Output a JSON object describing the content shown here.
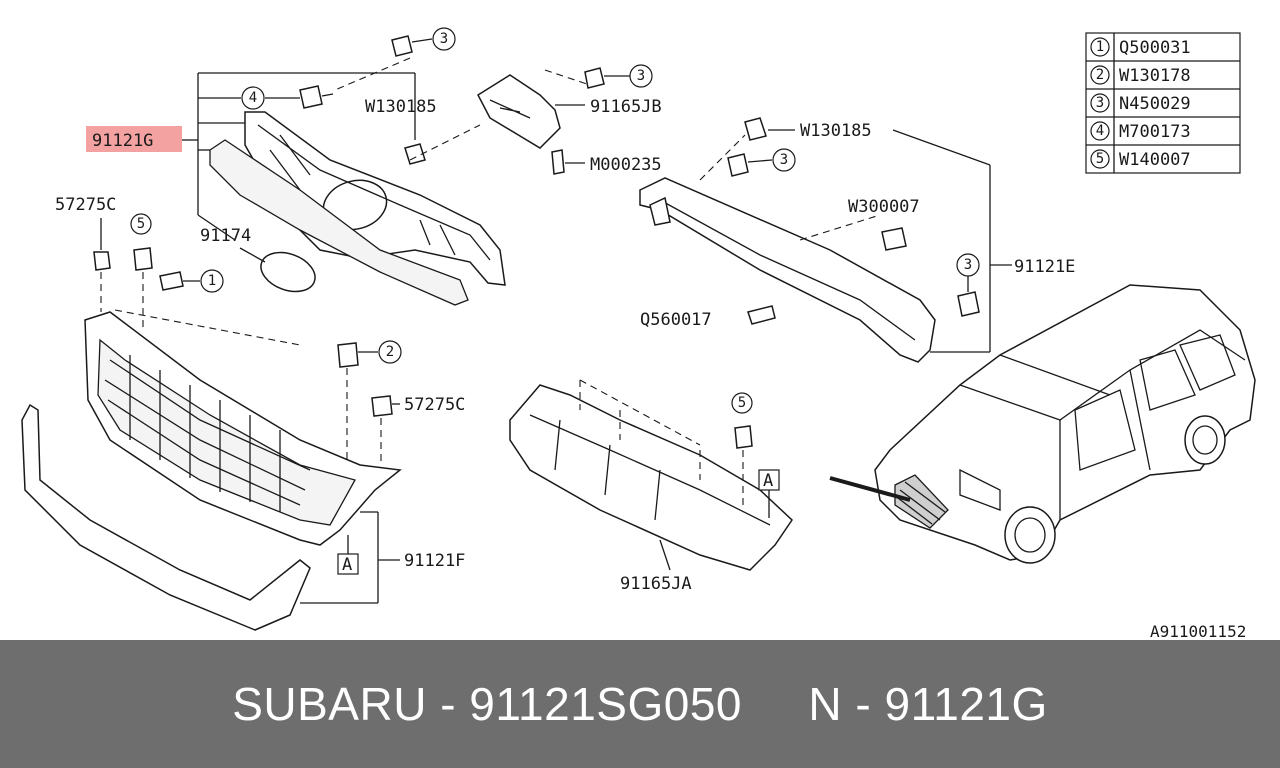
{
  "legend": [
    {
      "num": "1",
      "part": "Q500031"
    },
    {
      "num": "2",
      "part": "W130178"
    },
    {
      "num": "3",
      "part": "N450029"
    },
    {
      "num": "4",
      "part": "M700173"
    },
    {
      "num": "5",
      "part": "W140007"
    }
  ],
  "labels": {
    "main_part": "91121G",
    "w130185_left": "W130185",
    "p91165jb": "91165JB",
    "m000235": "M000235",
    "w130185_right": "W130185",
    "w300007": "W300007",
    "p91121e": "91121E",
    "q560017": "Q560017",
    "p57275c_top": "57275C",
    "p91174": "91174",
    "p57275c_mid": "57275C",
    "p91121f": "91121F",
    "p91165ja": "91165JA",
    "ref_a1": "A",
    "ref_a2": "A",
    "image_code": "A911001152"
  },
  "callouts": {
    "c3a": "3",
    "c3b": "3",
    "c4": "4",
    "c3c": "3",
    "c3d": "3",
    "c5a": "5",
    "c1": "1",
    "c2": "2",
    "c5b": "5"
  },
  "footer": "SUBARU - 91121SG050     N - 91121G",
  "colors": {
    "highlight": "#f08a8a",
    "footer_bg": "#6e6e6e"
  }
}
